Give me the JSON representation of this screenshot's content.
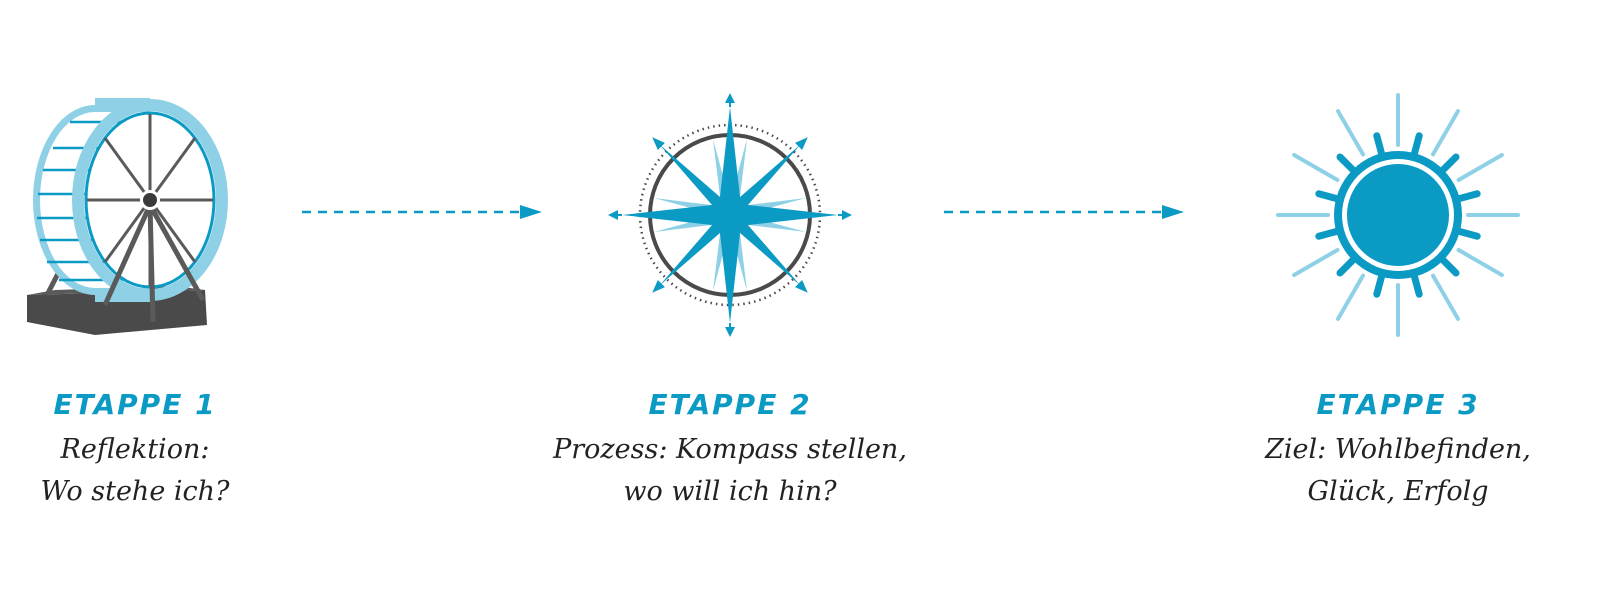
{
  "stages": [
    {
      "title": "ETAPPE 1",
      "line1": "Reflektion:",
      "line2": "Wo stehe ich?",
      "icon": "hamster-wheel-icon"
    },
    {
      "title": "ETAPPE 2",
      "line1": "Prozess: Kompass stellen,",
      "line2": "wo will ich hin?",
      "icon": "compass-rose-icon"
    },
    {
      "title": "ETAPPE 3",
      "line1": "Ziel: Wohlbefinden,",
      "line2": "Glück, Erfolg",
      "icon": "sun-icon"
    }
  ],
  "colors": {
    "accent": "#0a9ac4",
    "accent_light": "#8ed0e6",
    "dark": "#4a4a4a",
    "text": "#222222"
  }
}
